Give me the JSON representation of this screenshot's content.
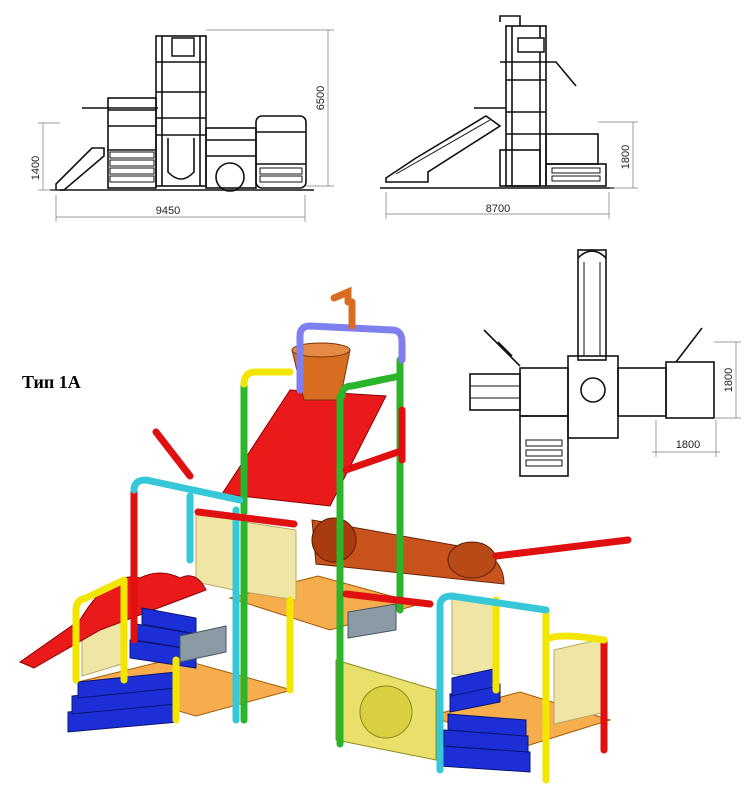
{
  "title": "Тип 1А",
  "dimensions": {
    "front_width": "9450",
    "front_height": "6500",
    "front_step": "1400",
    "side_width": "8700",
    "side_height": "1800",
    "plan_height": "1800",
    "plan_width": "1800"
  },
  "colors": {
    "pipe_yellow": "#f2e600",
    "pipe_green": "#2bb52b",
    "pipe_cyan": "#36c7d8",
    "pipe_red": "#e01010",
    "pipe_blue": "#7f7ff0",
    "deck_orange": "#f6ad4e",
    "stairs_blue": "#1c2fd6",
    "slide_red": "#ea1a1a",
    "bucket": "#d86d22",
    "panel": "#efe6a6",
    "tunnel_yellow": "#e8e06a",
    "tube_brown": "#c8531c"
  }
}
